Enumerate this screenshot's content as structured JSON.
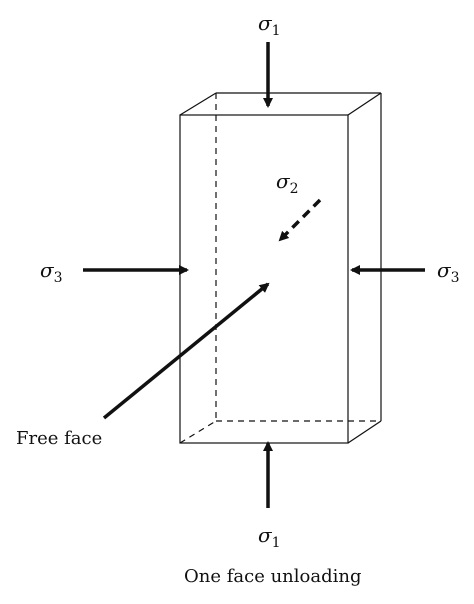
{
  "diagram": {
    "caption": "One face unloading",
    "free_face_label": "Free face",
    "stress_symbol": "σ",
    "stresses": {
      "top_sigma1": {
        "symbol": "σ",
        "sub": "1"
      },
      "bottom_sigma1": {
        "symbol": "σ",
        "sub": "1"
      },
      "left_sigma3": {
        "symbol": "σ",
        "sub": "3"
      },
      "right_sigma3": {
        "symbol": "σ",
        "sub": "3"
      },
      "center_sigma2": {
        "symbol": "σ",
        "sub": "2"
      }
    },
    "colors": {
      "line": "#111111",
      "background": "#ffffff"
    }
  }
}
